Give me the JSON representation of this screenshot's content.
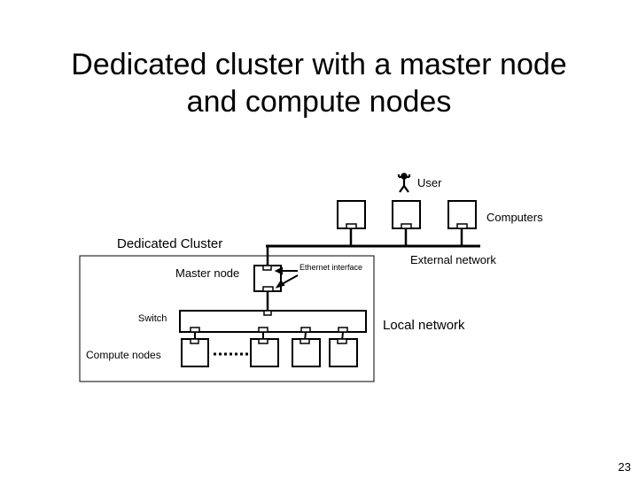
{
  "slide": {
    "title_line1": "Dedicated cluster with a master node",
    "title_line2": "and compute nodes",
    "page_number": "23"
  },
  "diagram": {
    "user_label": "User",
    "computers_label": "Computers",
    "external_network_label": "External network",
    "dedicated_cluster_label": "Dedicated Cluster",
    "master_node_label": "Master node",
    "ethernet_interface_label": "Ethernet interface",
    "switch_label": "Switch",
    "local_network_label": "Local network",
    "compute_nodes_label": "Compute nodes",
    "computer_count": 3,
    "visible_compute_node_count": 4,
    "icons": {
      "user": "stick-figure-icon",
      "ellipsis": "dotted-ellipsis"
    }
  }
}
